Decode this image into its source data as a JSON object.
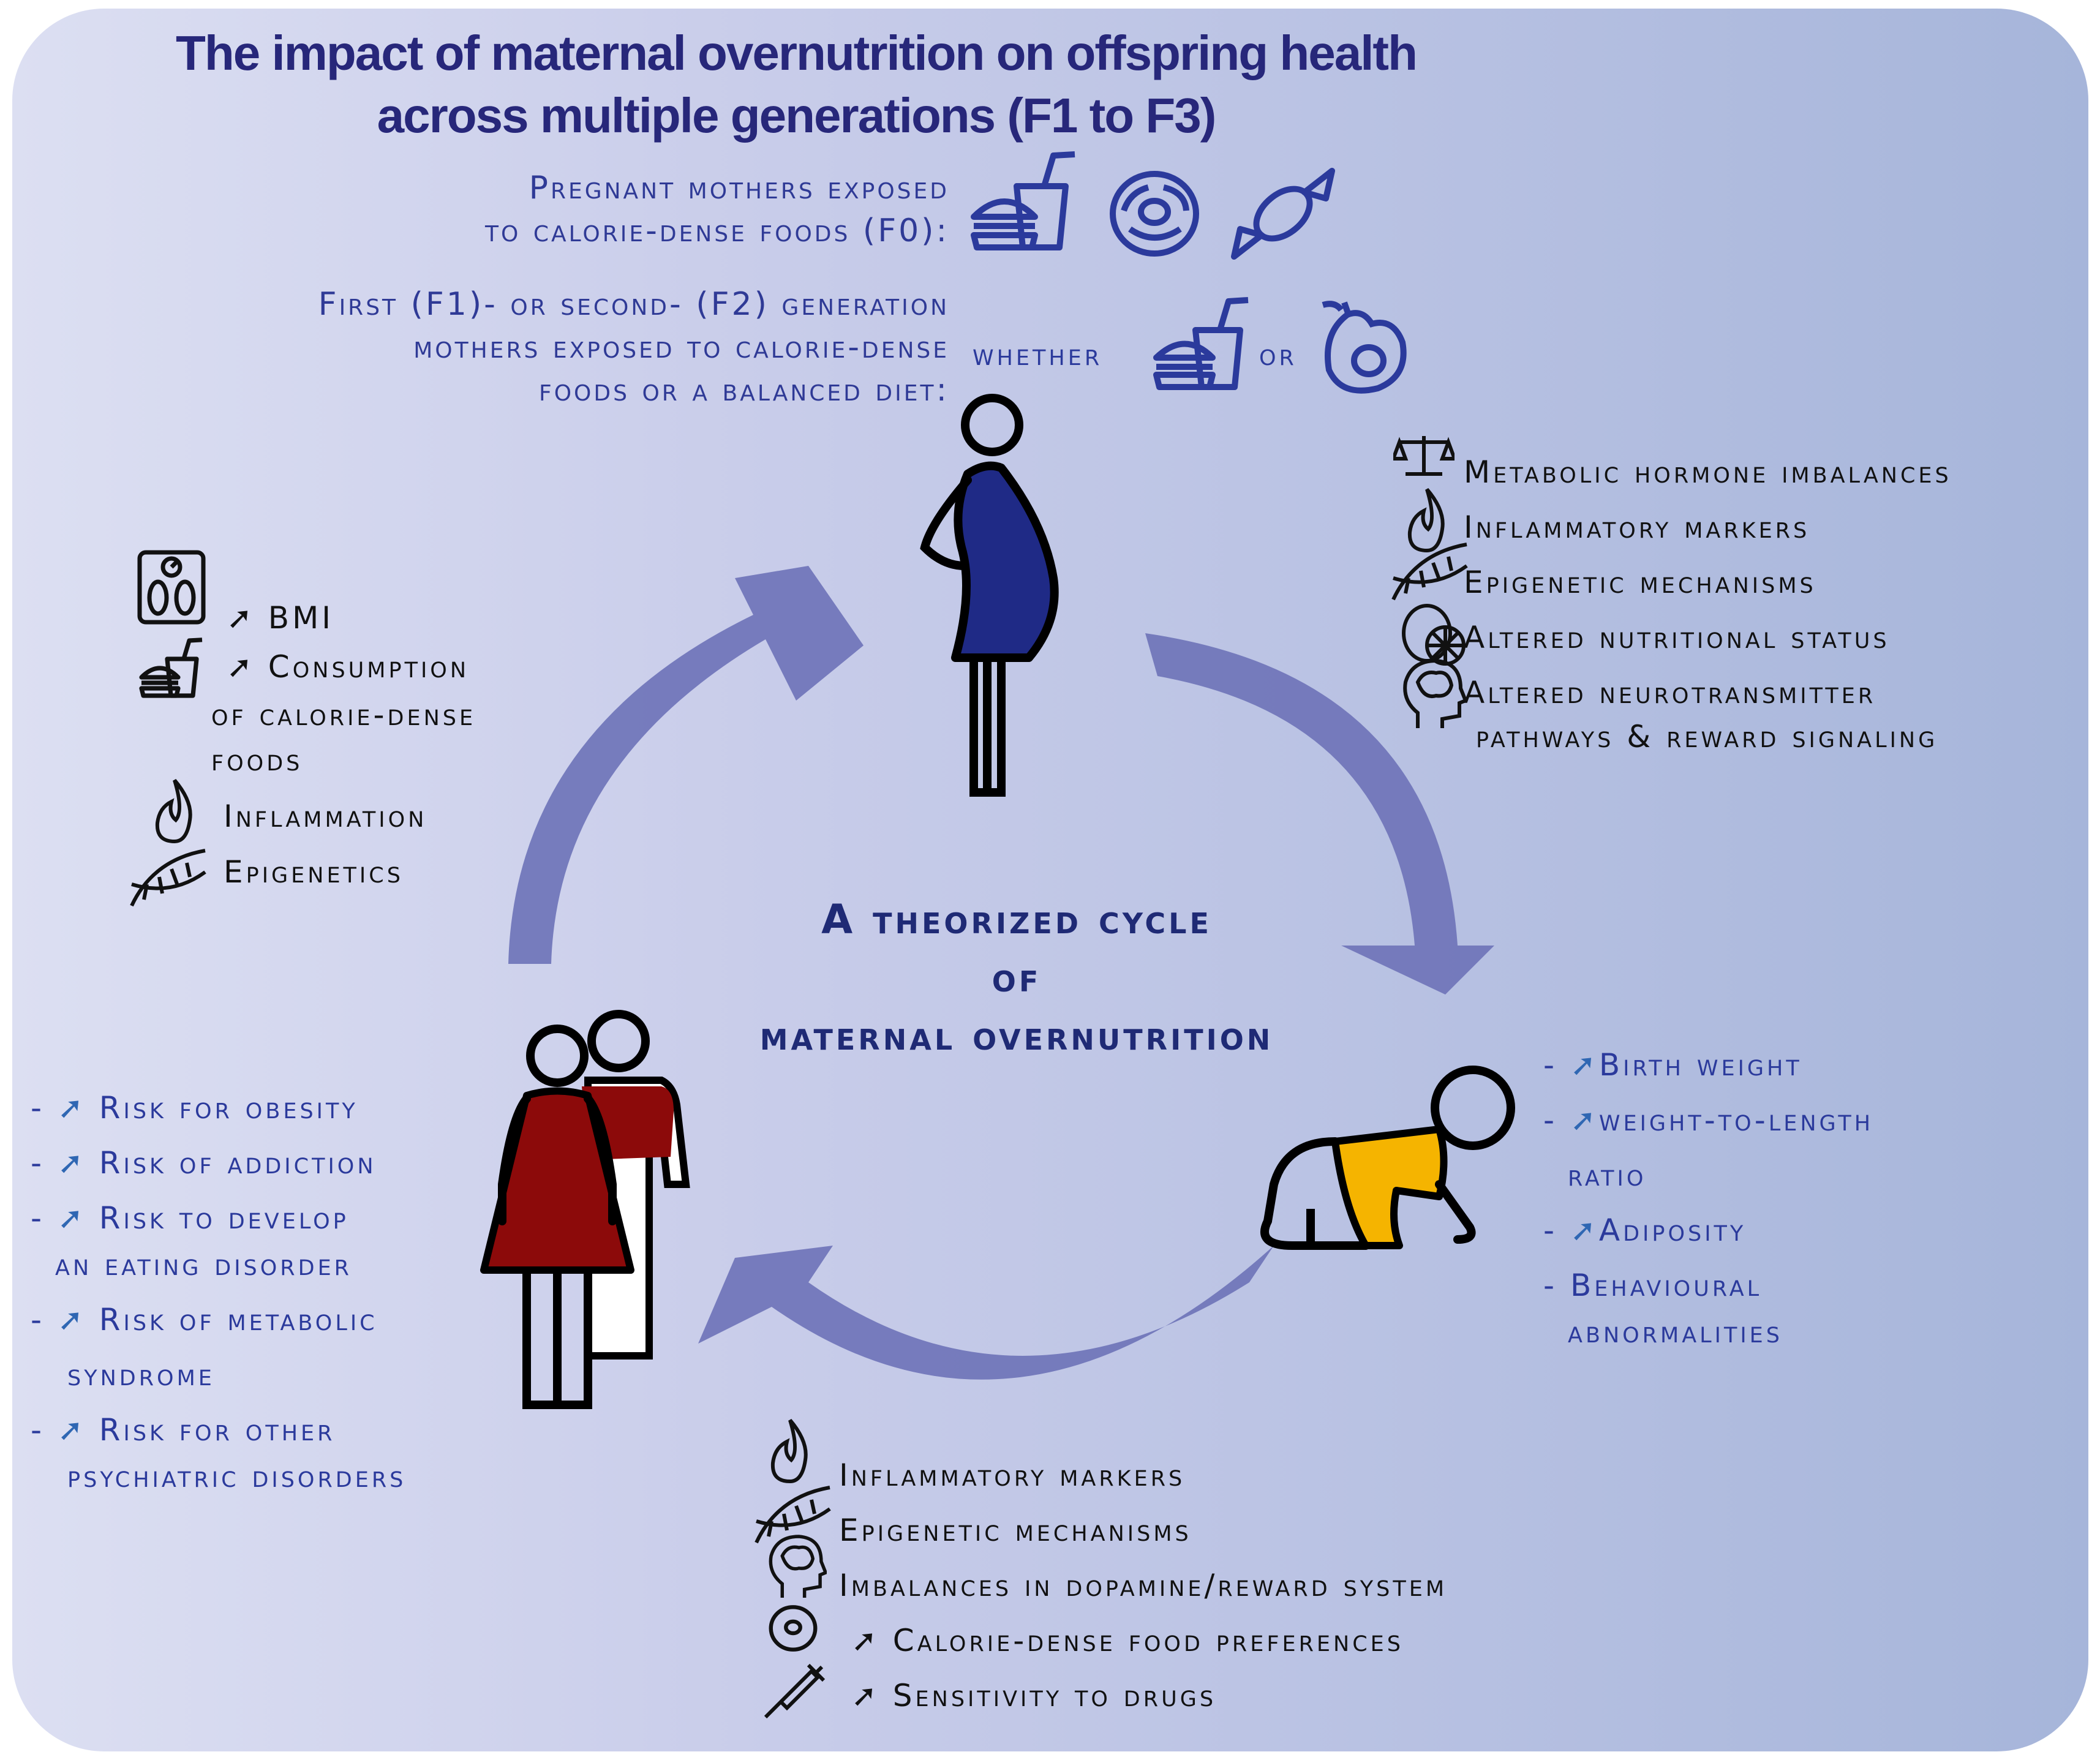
{
  "title": {
    "line1": "The impact of maternal overnutrition on offspring health",
    "line2": "across multiple generations (F1 to F3)"
  },
  "f0": {
    "line1": "Pregnant mothers exposed",
    "line2": "to calorie-dense foods (F0):"
  },
  "f1f2": {
    "line1": "First (F1)- or second- (F2) generation",
    "line2": "mothers exposed to calorie-dense",
    "line3": "foods or a balanced diet:",
    "whether": "whether",
    "or": "or"
  },
  "center": {
    "line1": "A theorized cycle",
    "line2": "of",
    "line3": "maternal overnutrition"
  },
  "mother_effects": [
    "Metabolic hormone imbalances",
    "Inflammatory markers",
    "Epigenetic mechanisms",
    "Altered nutritional status",
    "Altered neurotransmitter",
    "pathways & reward signaling"
  ],
  "infant_effects": {
    "dash": "-",
    "birth_weight": "Birth weight",
    "wtl_1": "weight-to-length",
    "wtl_2": "ratio",
    "adiposity": "Adiposity",
    "behav_1": "Behavioural",
    "behav_2": "abnormalities"
  },
  "child_effects": [
    "Inflammatory markers",
    "Epigenetic mechanisms",
    "Imbalances in dopamine/reward system",
    "Calorie-dense food preferences",
    "Sensitivity to drugs"
  ],
  "adult_risks": {
    "dash": "-",
    "obesity": "Risk for obesity",
    "addiction": "Risk of addiction",
    "eating_1": "Risk to develop",
    "eating_2": "an eating disorder",
    "metabolic_1": "Risk of metabolic",
    "metabolic_2": "syndrome",
    "psych_1": "Risk for other",
    "psych_2": "psychiatric disorders"
  },
  "adult_female_effects": {
    "bmi": "BMI",
    "consumption_1": "Consumption",
    "consumption_2": "of calorie-dense",
    "consumption_3": "foods",
    "inflammation": "Inflammation",
    "epigenetics": "Epigenetics"
  },
  "icons": [
    "fast-food-icon",
    "donut-icon",
    "candy-icon",
    "avocado-icon",
    "scale-balance-icon",
    "flame-icon",
    "dna-icon",
    "lemon-icon",
    "brain-head-icon",
    "bathroom-scale-icon",
    "syringe-icon",
    "up-arrow-icon"
  ],
  "colors": {
    "background_left": "#dcdff2",
    "background_right": "#a6b5da",
    "arrow": "#6f74b8",
    "title": "#27277a",
    "mother_dress": "#1f2a86",
    "infant_clothes": "#f5b400",
    "adult_dress": "#8c0a0a",
    "up_arrow": "#2f67b3"
  }
}
